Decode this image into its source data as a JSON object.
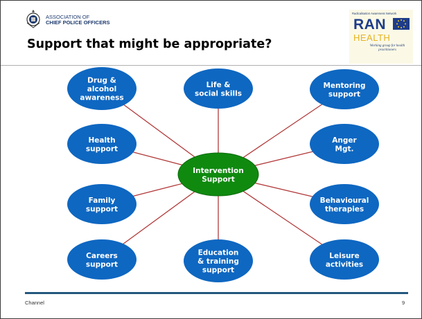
{
  "header": {
    "org_line1": "ASSOCIATION OF",
    "org_line2": "CHIEF POLICE OFFICERS",
    "rano": {
      "network": "Radicalisation Awareness Network",
      "word": "RAN",
      "health": "HEALTH",
      "tagline_1": "Working group for health",
      "tagline_2": "practitioners"
    }
  },
  "title": "Support that might be appropriate?",
  "diagram": {
    "center": {
      "id": "intervention",
      "lines": [
        "Intervention",
        "Support"
      ],
      "color": "#0f8a0f"
    },
    "node_color": "#0e67c1",
    "edge_color": "#b23a3a",
    "nodes": [
      {
        "id": "drug",
        "lines": [
          "Drug &",
          "alcohol",
          "awareness"
        ]
      },
      {
        "id": "life",
        "lines": [
          "Life &",
          "social skills"
        ]
      },
      {
        "id": "mentoring",
        "lines": [
          "Mentoring",
          "support"
        ]
      },
      {
        "id": "health",
        "lines": [
          "Health",
          "support"
        ]
      },
      {
        "id": "anger",
        "lines": [
          "Anger",
          "Mgt."
        ]
      },
      {
        "id": "family",
        "lines": [
          "Family",
          "support"
        ]
      },
      {
        "id": "behavioural",
        "lines": [
          "Behavioural",
          "therapies"
        ]
      },
      {
        "id": "careers",
        "lines": [
          "Careers",
          "support"
        ]
      },
      {
        "id": "education",
        "lines": [
          "Education",
          "& training",
          "support"
        ]
      },
      {
        "id": "leisure",
        "lines": [
          "Leisure",
          "activities"
        ]
      }
    ]
  },
  "footer": {
    "left": "Channel",
    "page": "9"
  }
}
